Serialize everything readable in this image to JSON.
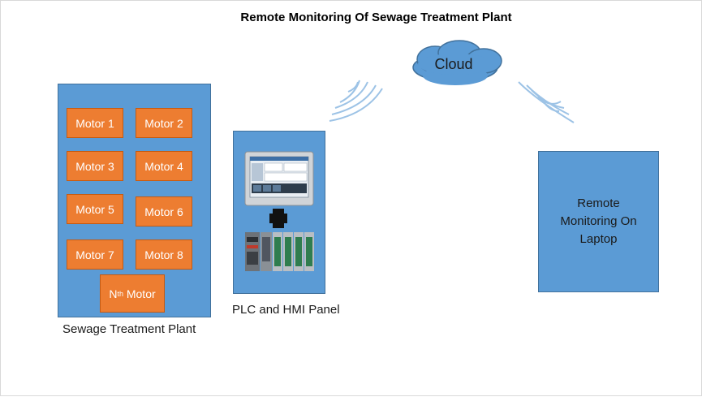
{
  "title": "Remote Monitoring Of Sewage Treatment Plant",
  "cloud": {
    "label": "Cloud"
  },
  "plant": {
    "caption": "Sewage Treatment Plant",
    "motors": [
      "Motor 1",
      "Motor 2",
      "Motor 3",
      "Motor 4",
      "Motor 5",
      "Motor 6",
      "Motor 7",
      "Motor 8"
    ],
    "nth_motor": {
      "prefix": "N",
      "sup": "th",
      "suffix": " Motor"
    }
  },
  "plc": {
    "caption": "PLC and HMI Panel",
    "plus": "+"
  },
  "laptop": {
    "label": "Remote Monitoring On Laptop"
  },
  "colors": {
    "panel": "#5b9bd5",
    "motor": "#ed7d31",
    "cloud": "#5b9bd5"
  }
}
